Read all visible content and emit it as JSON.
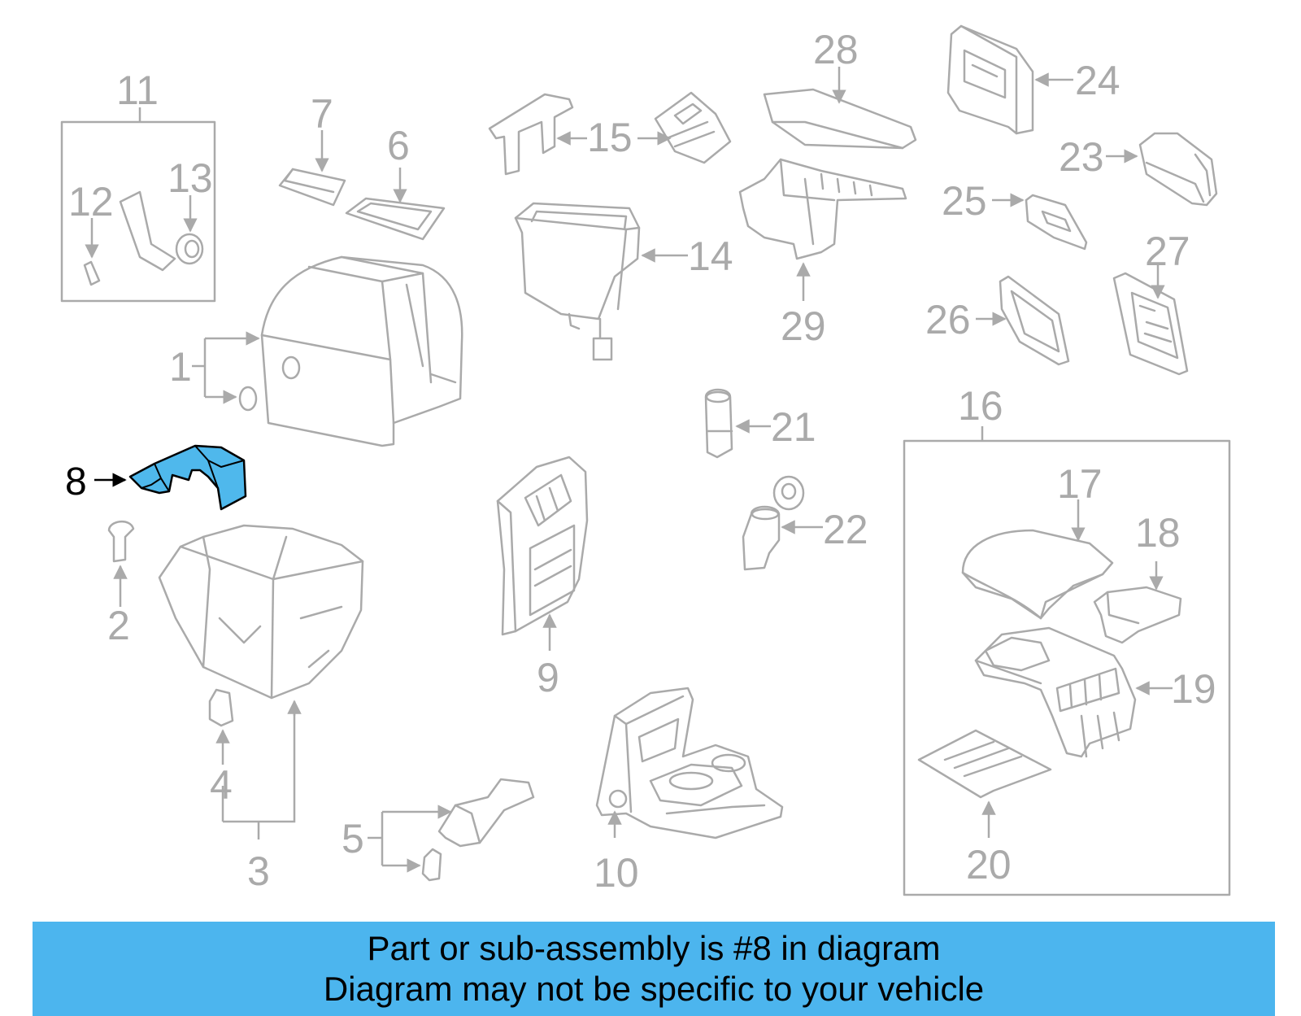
{
  "callouts": {
    "c1": "1",
    "c2": "2",
    "c3": "3",
    "c4": "4",
    "c5": "5",
    "c6": "6",
    "c7": "7",
    "c8": "8",
    "c9": "9",
    "c10": "10",
    "c11": "11",
    "c12": "12",
    "c13": "13",
    "c14": "14",
    "c15": "15",
    "c16": "16",
    "c17": "17",
    "c18": "18",
    "c19": "19",
    "c20": "20",
    "c21": "21",
    "c22": "22",
    "c23": "23",
    "c24": "24",
    "c25": "25",
    "c26": "26",
    "c27": "27",
    "c28": "28",
    "c29": "29"
  },
  "highlight": {
    "part": "8",
    "color": "#4fb8ec"
  },
  "banner": {
    "color": "#4cb5ee",
    "line1": "Part or sub-assembly is #8 in diagram",
    "line2": "Diagram may not be specific to your vehicle"
  }
}
